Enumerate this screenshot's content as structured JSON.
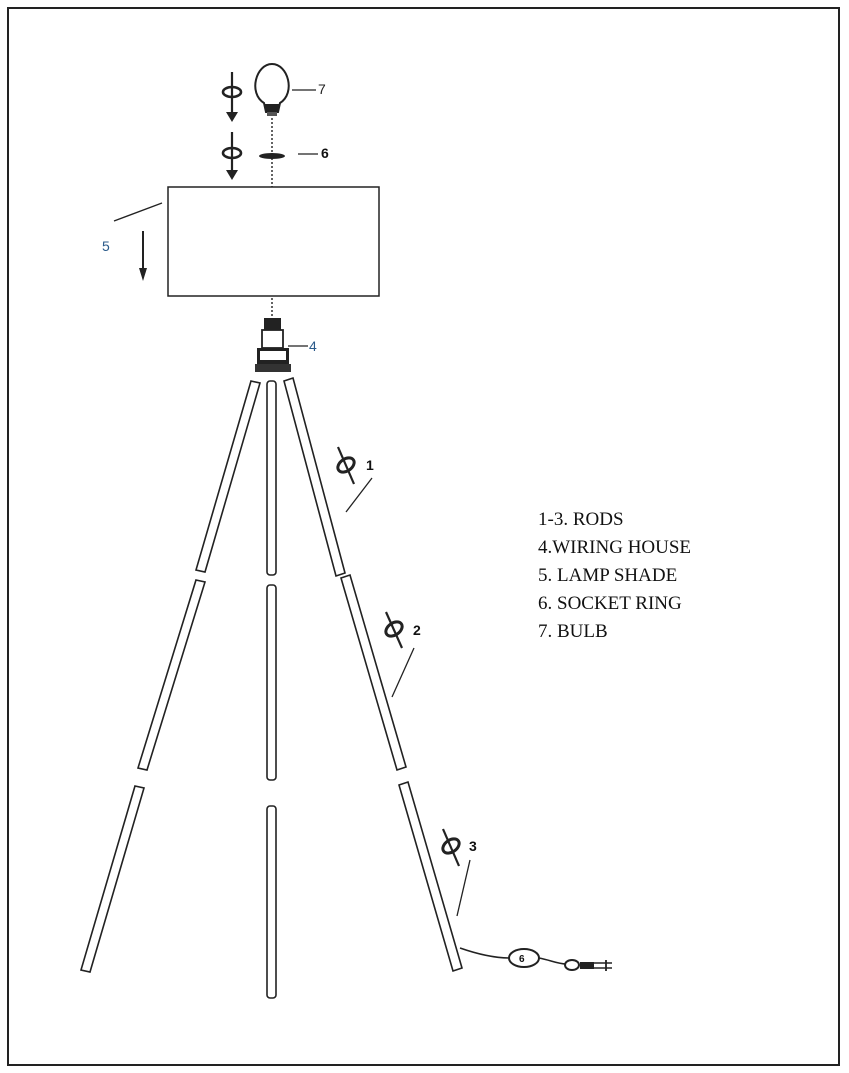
{
  "callouts": {
    "bulb": "7",
    "socket_ring": "6",
    "lamp_shade": "5",
    "wiring_house": "4",
    "rod_1": "1",
    "rod_2": "2",
    "rod_3": "3",
    "switch": "6"
  },
  "legend": [
    "1-3. RODS",
    "4.WIRING HOUSE",
    "5. LAMP SHADE",
    "6. SOCKET RING",
    "7. BULB"
  ],
  "colors": {
    "line": "#222222",
    "label_blue": "#2a5a8a"
  }
}
